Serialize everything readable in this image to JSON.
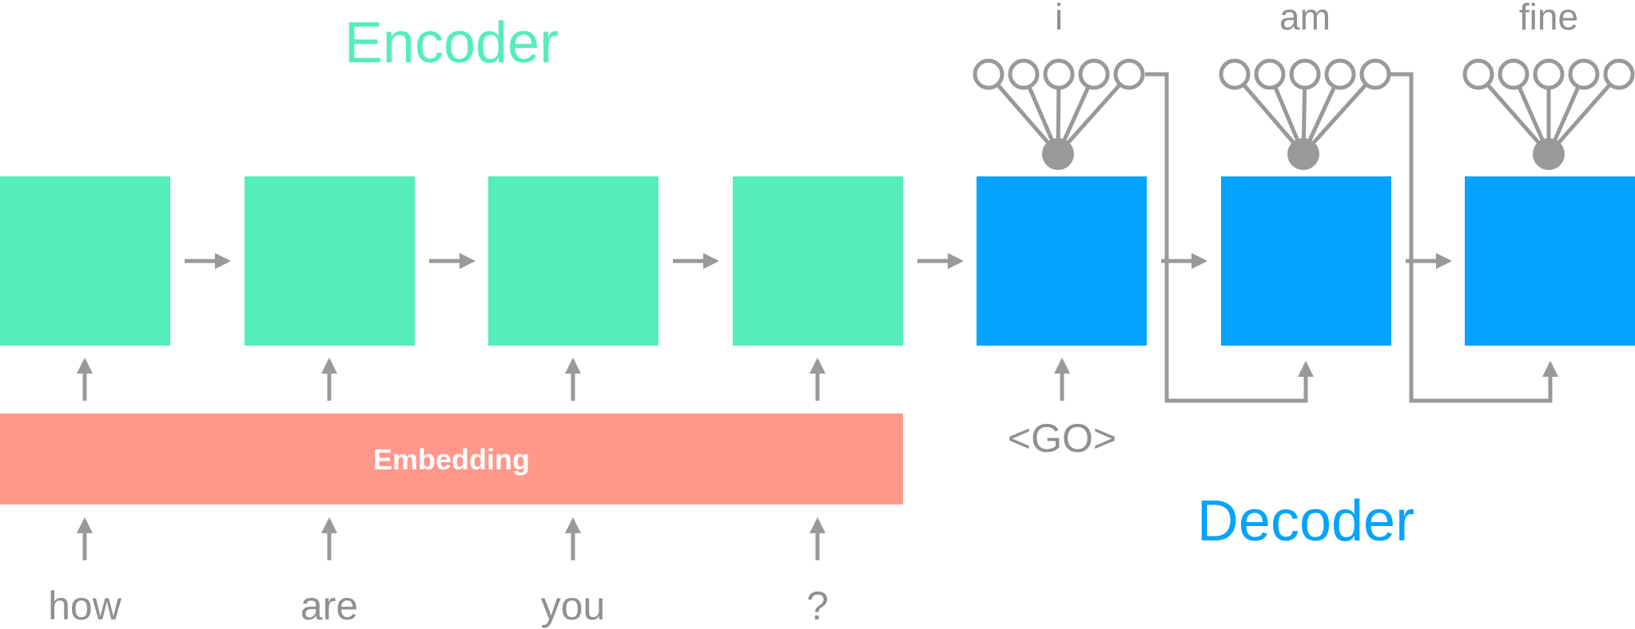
{
  "titles": {
    "encoder": "Encoder",
    "decoder": "Decoder"
  },
  "embedding": {
    "label": "Embedding"
  },
  "input_tokens": [
    "how",
    "are",
    "you",
    "?"
  ],
  "go_token": "<GO>",
  "output_tokens": [
    "i",
    "am",
    "fine"
  ],
  "colors": {
    "encoder": "#55EDBC",
    "decoder": "#03A3FE",
    "embedding": "#FF988B",
    "arrow": "#999999",
    "text": "#909090",
    "embedding_text": "#ffffff"
  }
}
